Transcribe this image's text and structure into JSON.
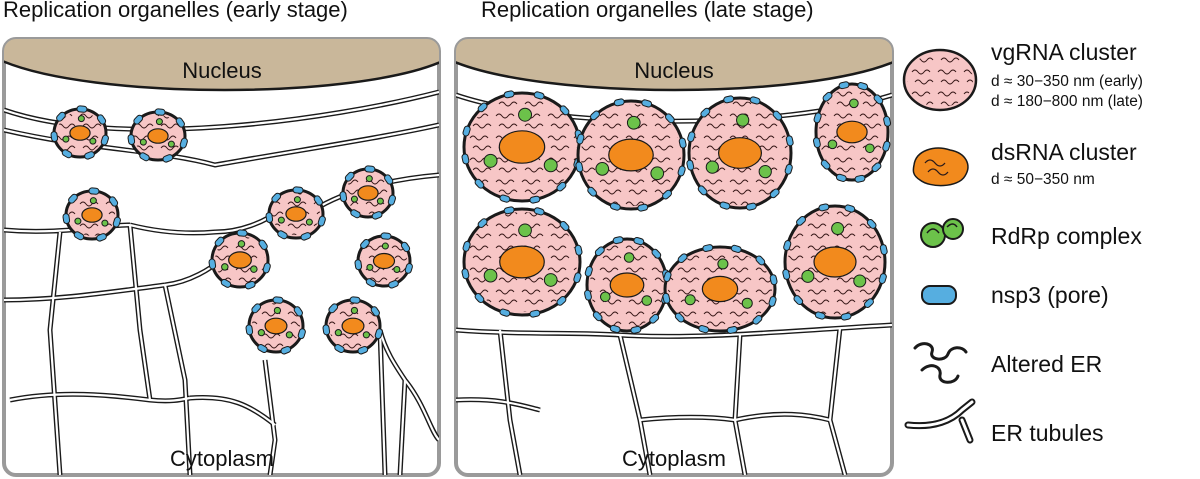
{
  "panels": {
    "early": {
      "title": "Replication organelles (early stage)",
      "nucleus": "Nucleus",
      "cytoplasm": "Cytoplasm"
    },
    "late": {
      "title": "Replication organelles (late stage)",
      "nucleus": "Nucleus",
      "cytoplasm": "Cytoplasm"
    }
  },
  "legend": {
    "vgrna": {
      "label": "vgRNA cluster",
      "line1": "d ≈ 30−350 nm (early)",
      "line2": "d ≈ 180−800 nm (late)"
    },
    "dsrna": {
      "label": "dsRNA cluster",
      "line1": "d ≈ 50−350 nm"
    },
    "rdrp": {
      "label": "RdRp complex"
    },
    "nsp3": {
      "label": "nsp3 (pore)"
    },
    "altered_er": {
      "label": "Altered ER"
    },
    "er_tubules": {
      "label": "ER tubules"
    }
  },
  "colors": {
    "nucleus": "#c9b79a",
    "vgrna_fill": "#f7c6c6",
    "dsrna_fill": "#f28a1d",
    "rdrp_fill": "#6cc24a",
    "nsp3_fill": "#56aee0",
    "panel_border": "#9a9a9a",
    "outline": "#1a1a1a"
  }
}
